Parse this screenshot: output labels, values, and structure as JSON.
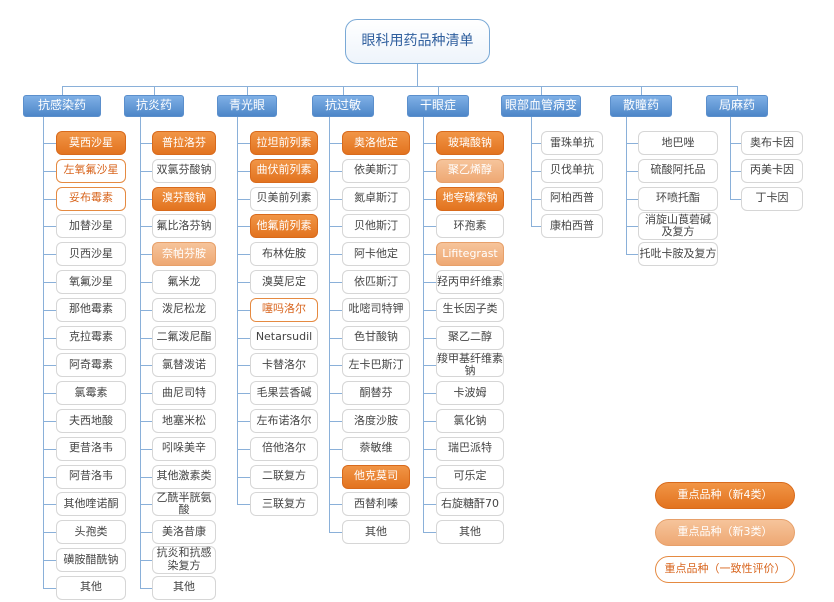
{
  "title": "眼科用药品种清单",
  "categories": [
    {
      "label": "抗感染药",
      "items": [
        {
          "label": "莫西沙星",
          "style": "dark"
        },
        {
          "label": "左氧氟沙星",
          "style": "outline"
        },
        {
          "label": "妥布霉素",
          "style": "outline"
        },
        {
          "label": "加替沙星",
          "style": "plain"
        },
        {
          "label": "贝西沙星",
          "style": "plain"
        },
        {
          "label": "氧氟沙星",
          "style": "plain"
        },
        {
          "label": "那他霉素",
          "style": "plain"
        },
        {
          "label": "克拉霉素",
          "style": "plain"
        },
        {
          "label": "阿奇霉素",
          "style": "plain"
        },
        {
          "label": "氯霉素",
          "style": "plain"
        },
        {
          "label": "夫西地酸",
          "style": "plain"
        },
        {
          "label": "更昔洛韦",
          "style": "plain"
        },
        {
          "label": "阿昔洛韦",
          "style": "plain"
        },
        {
          "label": "其他喹诺酮",
          "style": "plain"
        },
        {
          "label": "头孢类",
          "style": "plain"
        },
        {
          "label": "磺胺醋酰钠",
          "style": "plain"
        },
        {
          "label": "其他",
          "style": "plain"
        }
      ]
    },
    {
      "label": "抗炎药",
      "items": [
        {
          "label": "普拉洛芬",
          "style": "dark"
        },
        {
          "label": "双氯芬酸钠",
          "style": "plain"
        },
        {
          "label": "溴芬酸钠",
          "style": "dark"
        },
        {
          "label": "氟比洛芬钠",
          "style": "plain"
        },
        {
          "label": "奈帕芬胺",
          "style": "light"
        },
        {
          "label": "氟米龙",
          "style": "plain"
        },
        {
          "label": "泼尼松龙",
          "style": "plain"
        },
        {
          "label": "二氟泼尼酯",
          "style": "plain"
        },
        {
          "label": "氯替泼诺",
          "style": "plain"
        },
        {
          "label": "曲尼司特",
          "style": "plain"
        },
        {
          "label": "地塞米松",
          "style": "plain"
        },
        {
          "label": "吲哚美辛",
          "style": "plain"
        },
        {
          "label": "其他激素类",
          "style": "plain"
        },
        {
          "label": "乙酰半胱氨酸",
          "style": "plain"
        },
        {
          "label": "美洛昔康",
          "style": "plain"
        },
        {
          "label": "抗炎和抗感\n染复方",
          "style": "plain"
        },
        {
          "label": "其他",
          "style": "plain"
        }
      ]
    },
    {
      "label": "青光眼",
      "items": [
        {
          "label": "拉坦前列素",
          "style": "dark"
        },
        {
          "label": "曲伏前列素",
          "style": "dark"
        },
        {
          "label": "贝美前列素",
          "style": "plain"
        },
        {
          "label": "他氟前列素",
          "style": "dark"
        },
        {
          "label": "布林佐胺",
          "style": "plain"
        },
        {
          "label": "溴莫尼定",
          "style": "plain"
        },
        {
          "label": "噻吗洛尔",
          "style": "outline"
        },
        {
          "label": "Netarsudil",
          "style": "plain"
        },
        {
          "label": "卡替洛尔",
          "style": "plain"
        },
        {
          "label": "毛果芸香碱",
          "style": "plain"
        },
        {
          "label": "左布诺洛尔",
          "style": "plain"
        },
        {
          "label": "倍他洛尔",
          "style": "plain"
        },
        {
          "label": "二联复方",
          "style": "plain"
        },
        {
          "label": "三联复方",
          "style": "plain"
        }
      ]
    },
    {
      "label": "抗过敏",
      "items": [
        {
          "label": "奥洛他定",
          "style": "dark"
        },
        {
          "label": "依美斯汀",
          "style": "plain"
        },
        {
          "label": "氮卓斯汀",
          "style": "plain"
        },
        {
          "label": "贝他斯汀",
          "style": "plain"
        },
        {
          "label": "阿卡他定",
          "style": "plain"
        },
        {
          "label": "依匹斯汀",
          "style": "plain"
        },
        {
          "label": "吡嘧司特钾",
          "style": "plain"
        },
        {
          "label": "色甘酸钠",
          "style": "plain"
        },
        {
          "label": "左卡巴斯汀",
          "style": "plain"
        },
        {
          "label": "酮替芬",
          "style": "plain"
        },
        {
          "label": "洛度沙胺",
          "style": "plain"
        },
        {
          "label": "萘敏维",
          "style": "plain"
        },
        {
          "label": "他克莫司",
          "style": "dark"
        },
        {
          "label": "西替利嗪",
          "style": "plain"
        },
        {
          "label": "其他",
          "style": "plain"
        }
      ]
    },
    {
      "label": "干眼症",
      "items": [
        {
          "label": "玻璃酸钠",
          "style": "dark"
        },
        {
          "label": "聚乙烯醇",
          "style": "light"
        },
        {
          "label": "地夸磷索钠",
          "style": "dark"
        },
        {
          "label": "环孢素",
          "style": "plain"
        },
        {
          "label": "Lifitegrast",
          "style": "light"
        },
        {
          "label": "羟丙甲纤维素",
          "style": "plain"
        },
        {
          "label": "生长因子类",
          "style": "plain"
        },
        {
          "label": "聚乙二醇",
          "style": "plain"
        },
        {
          "label": "羧甲基纤维素钠",
          "style": "plain"
        },
        {
          "label": "卡波姆",
          "style": "plain"
        },
        {
          "label": "氯化钠",
          "style": "plain"
        },
        {
          "label": "瑞巴派特",
          "style": "plain"
        },
        {
          "label": "可乐定",
          "style": "plain"
        },
        {
          "label": "右旋糖酐70",
          "style": "plain"
        },
        {
          "label": "其他",
          "style": "plain"
        }
      ]
    },
    {
      "label": "眼部血管病变",
      "items": [
        {
          "label": "雷珠单抗",
          "style": "plain"
        },
        {
          "label": "贝伐单抗",
          "style": "plain"
        },
        {
          "label": "阿柏西普",
          "style": "plain"
        },
        {
          "label": "康柏西普",
          "style": "plain"
        }
      ]
    },
    {
      "label": "散瞳药",
      "items": [
        {
          "label": "地巴唑",
          "style": "plain"
        },
        {
          "label": "硫酸阿托品",
          "style": "plain"
        },
        {
          "label": "环喷托酯",
          "style": "plain"
        },
        {
          "label": "消旋山莨菪碱\n及复方",
          "style": "plain"
        },
        {
          "label": "托吡卡胺及复方",
          "style": "plain"
        }
      ]
    },
    {
      "label": "局麻药",
      "items": [
        {
          "label": "奥布卡因",
          "style": "plain"
        },
        {
          "label": "丙美卡因",
          "style": "plain"
        },
        {
          "label": "丁卡因",
          "style": "plain"
        }
      ]
    }
  ],
  "legend": [
    {
      "label": "重点品种（新4类）",
      "style": "dark"
    },
    {
      "label": "重点品种（新3类）",
      "style": "light"
    },
    {
      "label": "重点品种（一致性评价）",
      "style": "outline"
    }
  ],
  "colors": {
    "category_fill": "#4d86c8",
    "connector": "#8ab0d9",
    "key_new4": "#e2731f",
    "key_new3": "#eea873",
    "key_consistency_outline": "#e58a41"
  }
}
